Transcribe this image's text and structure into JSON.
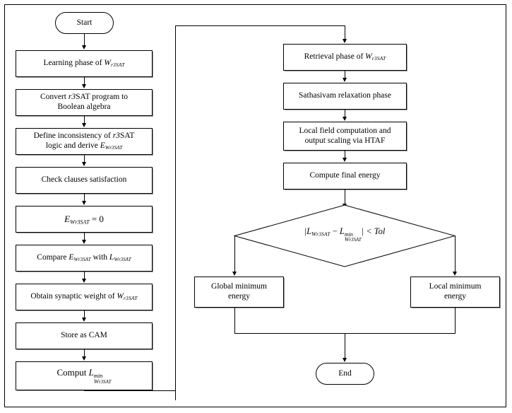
{
  "diagram": {
    "title": "r3SAT Hopfield network learning and retrieval flowchart",
    "type": "flowchart",
    "start_label": "Start",
    "end_label": "End",
    "left_column": [
      {
        "id": "learning-phase",
        "text_prefix": "Learning phase of ",
        "sym": "W",
        "sub": "r3SAT"
      },
      {
        "id": "convert-boolean",
        "line1": "Convert r3SAT program to",
        "line2": "Boolean algebra"
      },
      {
        "id": "define-inconsistency",
        "line1": "Define inconsistency of r3SAT",
        "line2_prefix": "logic and derive ",
        "sym": "E",
        "sub": "W",
        "subsub": "r3SAT"
      },
      {
        "id": "check-clauses",
        "text": "Check clauses satisfaction"
      },
      {
        "id": "energy-zero",
        "sym": "E",
        "sub": "W",
        "subsub": "r3SAT",
        "tail": " = 0"
      },
      {
        "id": "compare-energy",
        "prefix": "Compare ",
        "sym1": "E",
        "mid": " with ",
        "sym2": "L",
        "sub": "W",
        "subsub": "r3SAT"
      },
      {
        "id": "obtain-synaptic",
        "text_prefix": "Obtain synaptic weight of ",
        "sym": "W",
        "sub": "r3SAT"
      },
      {
        "id": "store-cam",
        "text": "Store as CAM"
      },
      {
        "id": "compute-lmin",
        "text_prefix": "Comput ",
        "sym": "L",
        "sup": "min",
        "sub": "W",
        "subsub": "r3SAT"
      }
    ],
    "right_column": [
      {
        "id": "retrieval-phase",
        "text_prefix": "Retrieval phase of ",
        "sym": "W",
        "sub": "r3SAT"
      },
      {
        "id": "sathasivam",
        "text": "Sathasivam relaxation phase"
      },
      {
        "id": "local-field",
        "line1": "Local field computation and",
        "line2": "output scaling via HTAF"
      },
      {
        "id": "compute-final",
        "text": "Compute final energy"
      }
    ],
    "decision": {
      "id": "tolerance-check",
      "expr": "|L_{W_r3SAT} − L^{min}_{W_r3SAT}| < Tol"
    },
    "outcomes": [
      {
        "id": "global-minimum",
        "line1": "Global minimum",
        "line2": "energy"
      },
      {
        "id": "local-minimum",
        "line1": "Local minimum",
        "line2": "energy"
      }
    ]
  },
  "labels": {
    "start": "Start",
    "end": "End",
    "learning_phase": "Learning phase of",
    "convert_l1": "Convert",
    "convert_r3sat": "r3",
    "convert_l1b": "SAT program to",
    "convert_l2": "Boolean algebra",
    "define_l1a": "Define inconsistency of",
    "define_r3sat": "r3",
    "define_l1b": "SAT",
    "define_l2": "logic and derive",
    "check_clauses": "Check clauses satisfaction",
    "energy_zero_tail": "= 0",
    "compare_prefix": "Compare",
    "compare_mid": "with",
    "obtain_synaptic": "Obtain synaptic weight of",
    "store_cam": "Store as CAM",
    "comput_prefix": "Comput",
    "retrieval_phase": "Retrieval phase of",
    "sathasivam": "Sathasivam relaxation phase",
    "local_field_l1": "Local field computation and",
    "local_field_l2": "output scaling via HTAF",
    "compute_final": "Compute final energy",
    "global_min_l1": "Global minimum",
    "global_min_l2": "energy",
    "local_min_l1": "Local minimum",
    "local_min_l2": "energy",
    "tol": "Tol",
    "lt": "<",
    "minus": "−",
    "W": "W",
    "E": "E",
    "L": "L",
    "sub_r3sat": "r3SAT",
    "sub_W": "W",
    "sup_min": "min",
    "bar": "|"
  },
  "colors": {
    "stroke": "#000000",
    "shadow": "#9a9a9a",
    "background": "#ffffff"
  }
}
